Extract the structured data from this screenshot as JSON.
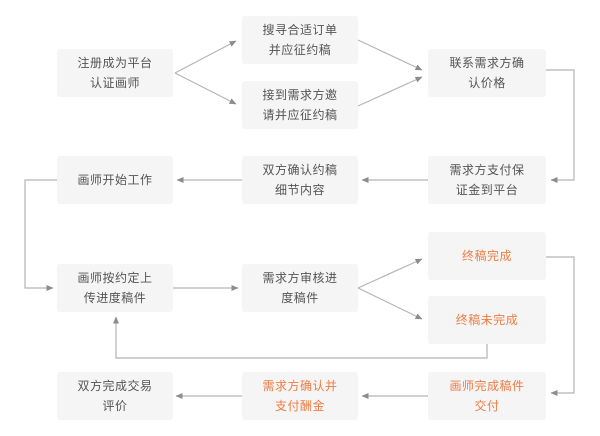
{
  "diagram": {
    "description": "Artist commission platform workflow flowchart",
    "colors": {
      "gray": "#545454",
      "orange": "#ee7c45",
      "node_bg": "#f5f5f5",
      "line": "#b5b5b5",
      "arrow": "#8c8c8c"
    },
    "nodes": [
      {
        "id": "register",
        "label": "注册成为平台\n认证画师",
        "color": "gray"
      },
      {
        "id": "search-order",
        "label": "搜寻合适订单\n并应征约稿",
        "color": "gray"
      },
      {
        "id": "receive-invite",
        "label": "接到需求方邀\n请并应征约稿",
        "color": "gray"
      },
      {
        "id": "confirm-price",
        "label": "联系需求方确\n认价格",
        "color": "gray"
      },
      {
        "id": "pay-deposit",
        "label": "需求方支付保\n证金到平台",
        "color": "gray"
      },
      {
        "id": "confirm-details",
        "label": "双方确认约稿\n细节内容",
        "color": "gray"
      },
      {
        "id": "start-work",
        "label": "画师开始工作",
        "color": "gray"
      },
      {
        "id": "upload-progress",
        "label": "画师按约定上\n传进度稿件",
        "color": "gray"
      },
      {
        "id": "review-progress",
        "label": "需求方审核进\n度稿件",
        "color": "gray"
      },
      {
        "id": "final-done",
        "label": "终稿完成",
        "color": "orange"
      },
      {
        "id": "final-not-done",
        "label": "终稿未完成",
        "color": "orange"
      },
      {
        "id": "complete-review",
        "label": "双方完成交易\n评价",
        "color": "gray"
      },
      {
        "id": "confirm-pay",
        "label": "需求方确认并\n支付酬金",
        "color": "orange"
      },
      {
        "id": "deliver",
        "label": "画师完成稿件\n交付",
        "color": "orange"
      }
    ],
    "edges": [
      {
        "from": "register",
        "to": "search-order"
      },
      {
        "from": "register",
        "to": "receive-invite"
      },
      {
        "from": "search-order",
        "to": "confirm-price"
      },
      {
        "from": "receive-invite",
        "to": "confirm-price"
      },
      {
        "from": "confirm-price",
        "to": "pay-deposit"
      },
      {
        "from": "pay-deposit",
        "to": "confirm-details"
      },
      {
        "from": "confirm-details",
        "to": "start-work"
      },
      {
        "from": "start-work",
        "to": "upload-progress"
      },
      {
        "from": "upload-progress",
        "to": "review-progress"
      },
      {
        "from": "review-progress",
        "to": "final-done"
      },
      {
        "from": "review-progress",
        "to": "final-not-done"
      },
      {
        "from": "final-done",
        "to": "deliver"
      },
      {
        "from": "final-not-done",
        "to": "upload-progress"
      },
      {
        "from": "deliver",
        "to": "confirm-pay"
      },
      {
        "from": "confirm-pay",
        "to": "complete-review"
      }
    ]
  }
}
